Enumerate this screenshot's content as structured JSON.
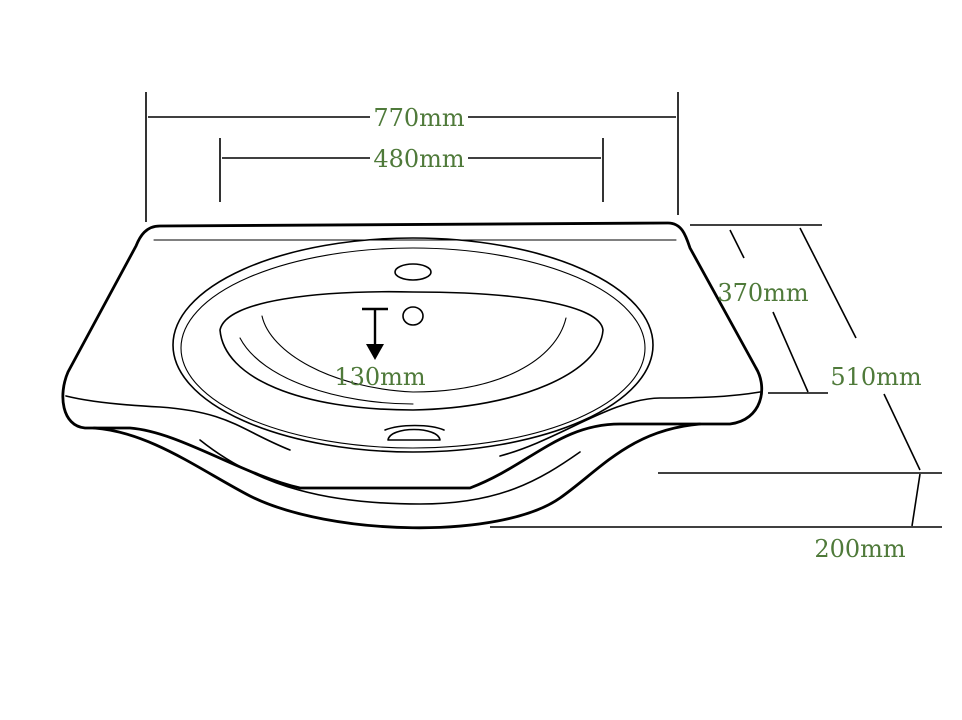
{
  "dimensions": {
    "overall_width": "770mm",
    "mounting_width": "480mm",
    "bowl_depth": "130mm",
    "inner_depth": "370mm",
    "overall_depth": "510mm",
    "height": "200mm"
  },
  "colors": {
    "label": "#4f7a3a",
    "line": "#000000",
    "background": "#ffffff"
  }
}
